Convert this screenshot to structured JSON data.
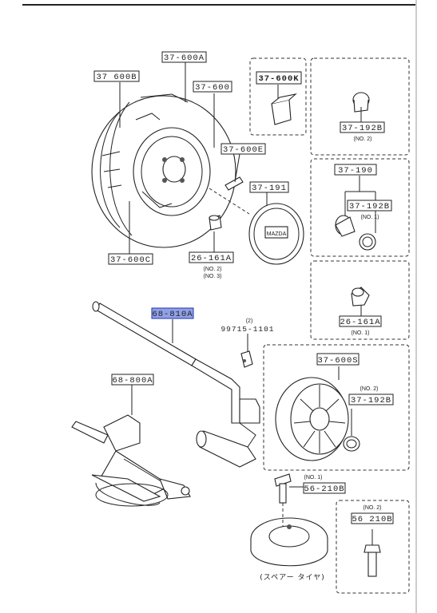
{
  "labels": {
    "l_37600A": "37-600A",
    "l_37600B": "37 600B",
    "l_37600": "37-600",
    "l_37600E": "37-600E",
    "l_37191": "37-191",
    "l_37600C": "37-600C",
    "l_26161A_top": "26-161A",
    "l_68810A": "68-810A",
    "l_99715": "99715-1101",
    "l_68800A": "68-800A",
    "l_37600K": "37-600K",
    "l_37192B_a": "37-192B",
    "l_37190": "37-190",
    "l_37192B_b": "37-192B",
    "l_26161A_box": "26-161A",
    "l_37600S": "37-600S",
    "l_37192B_c": "37-192B",
    "l_56210B_top": "56-210B",
    "l_56210B_box": "56 210B"
  },
  "notes": {
    "no2": "(NO. 2)",
    "no3": "(NO. 3)",
    "no1": "(NO. 1)",
    "qty2": "(2)",
    "hubcap_text": "MAZDA",
    "caption": "(スペアー タイヤ)"
  },
  "colors": {
    "highlight": "#8fa0e8"
  }
}
